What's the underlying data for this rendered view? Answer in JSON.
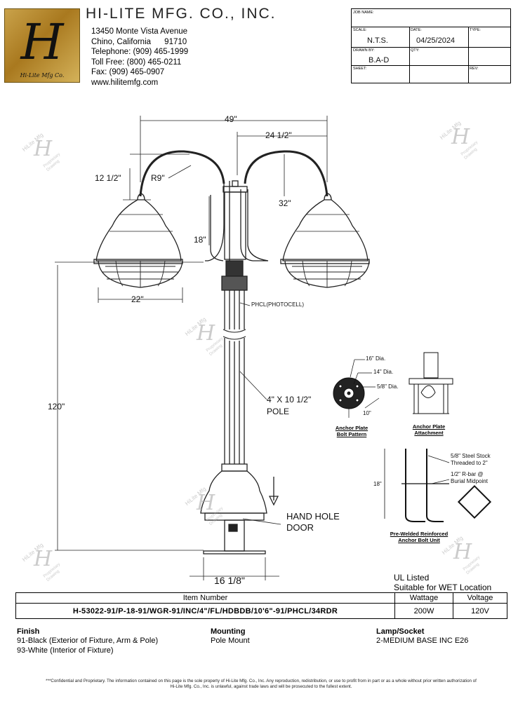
{
  "logo": {
    "monogram": "H",
    "caption": "Hi-Lite Mfg Co."
  },
  "company": {
    "name": "HI-LITE MFG. CO., INC.",
    "address_lines": [
      "13450 Monte Vista Avenue",
      "Chino, California      91710",
      "Telephone: (909) 465-1999",
      "Toll Free: (800) 465-0211",
      "Fax: (909) 465-0907",
      "www.hilitemfg.com"
    ]
  },
  "title_block": {
    "job_name_label": "JOB NAME:",
    "scale_label": "SCALE:",
    "scale_value": "N.T.S.",
    "date_label": "DATE:",
    "date_value": "04/25/2024",
    "type_label": "TYPE:",
    "drawn_by_label": "DRAWN BY:",
    "drawn_by_value": "B.A-D",
    "qty_label": "QTY:",
    "sheet_label": "SHEET:",
    "rev_label": "REV:"
  },
  "dimensions": {
    "overall_width": "49\"",
    "half_width": "24 1/2\"",
    "arm_rise": "12 1/2\"",
    "radius": "R9\"",
    "arm_height": "32\"",
    "arm_drop": "18\"",
    "globe_width": "22\"",
    "total_height": "120\"",
    "base_width": "16 1/8\""
  },
  "callouts": {
    "photocell": "PHCL(PHOTOCELL)",
    "pole_line1": "4\" X 10 1/2\"",
    "pole_line2": "POLE",
    "hand_hole_line1": "HAND HOLE",
    "hand_hole_line2": "DOOR"
  },
  "anchor_plate": {
    "dia1": "16\" Dia.",
    "dia2": "14\" Dia.",
    "dia3": "5/8\" Dia.",
    "offset": "10\"",
    "bolt_title_1": "Anchor Plate",
    "bolt_title_2": "Bolt Pattern",
    "attach_title_1": "Anchor Plate",
    "attach_title_2": "Attachment",
    "steel_stock_1": "5/8\" Steel Stock",
    "steel_stock_2": "Threaded to 2\"",
    "rebar_1": "1/2\" R-bar @",
    "rebar_2": "Burial Midpoint",
    "unit_height": "18\"",
    "unit_title_1": "Pre-Welded Reinforced",
    "unit_title_2": "Anchor Bolt Unit"
  },
  "listing": {
    "line1": "UL Listed",
    "line2": "Suitable for WET Location"
  },
  "table": {
    "headers": [
      "Item Number",
      "Wattage",
      "Voltage"
    ],
    "row": [
      "H-53022-91/P-18-91/WGR-91/INC/4\"/FL/HDBDB/10'6\"-91/PHCL/34RDR",
      "200W",
      "120V"
    ]
  },
  "specs": {
    "finish_label": "Finish",
    "finish_values": [
      "91-Black (Exterior of Fixture, Arm & Pole)",
      "93-White (Interior of Fixture)"
    ],
    "mounting_label": "Mounting",
    "mounting_value": "Pole Mount",
    "lamp_label": "Lamp/Socket",
    "lamp_value": "2-MEDIUM BASE INC E26"
  },
  "watermark": {
    "brand": "HiLite Mfg",
    "line1": "Proprietary",
    "line2": "Drawing"
  },
  "footer": "***Confidential and Proprietary. The information contained on this page is the sole property of Hi-Lite Mfg. Co., Inc. Any reproduction, redistribution, or use to profit from in part or as a whole without prior written authorization of Hi-Lite Mfg. Co., Inc. is unlawful, against trade laws and will be prosecuted to the fullest extent."
}
